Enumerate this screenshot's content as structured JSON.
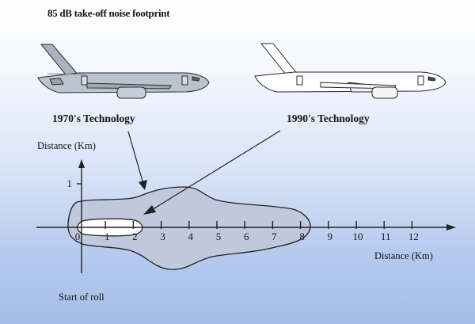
{
  "title": "85 dB take-off noise footprint",
  "labels": {
    "old_technology": "1970's Technology",
    "new_technology": "1990's Technology",
    "y_axis": "Distance (Km)",
    "x_axis": "Distance (Km)",
    "start_of_roll": "Start of roll"
  },
  "x_ticks": [
    "0",
    "1",
    "2",
    "3",
    "4",
    "5",
    "6",
    "7",
    "8",
    "9",
    "10",
    "11",
    "12"
  ],
  "y_ticks": [
    "1"
  ],
  "colors": {
    "old_footprint_fill": "#bfc8dd",
    "new_footprint_fill": "#ffffff",
    "old_aircraft_body": "#b9c4cf",
    "new_aircraft_body": "#ffffff",
    "outline": "#1e1e1e"
  },
  "icons": {
    "old_aircraft": "airliner-1970s-icon",
    "new_aircraft": "airliner-1990s-icon"
  }
}
